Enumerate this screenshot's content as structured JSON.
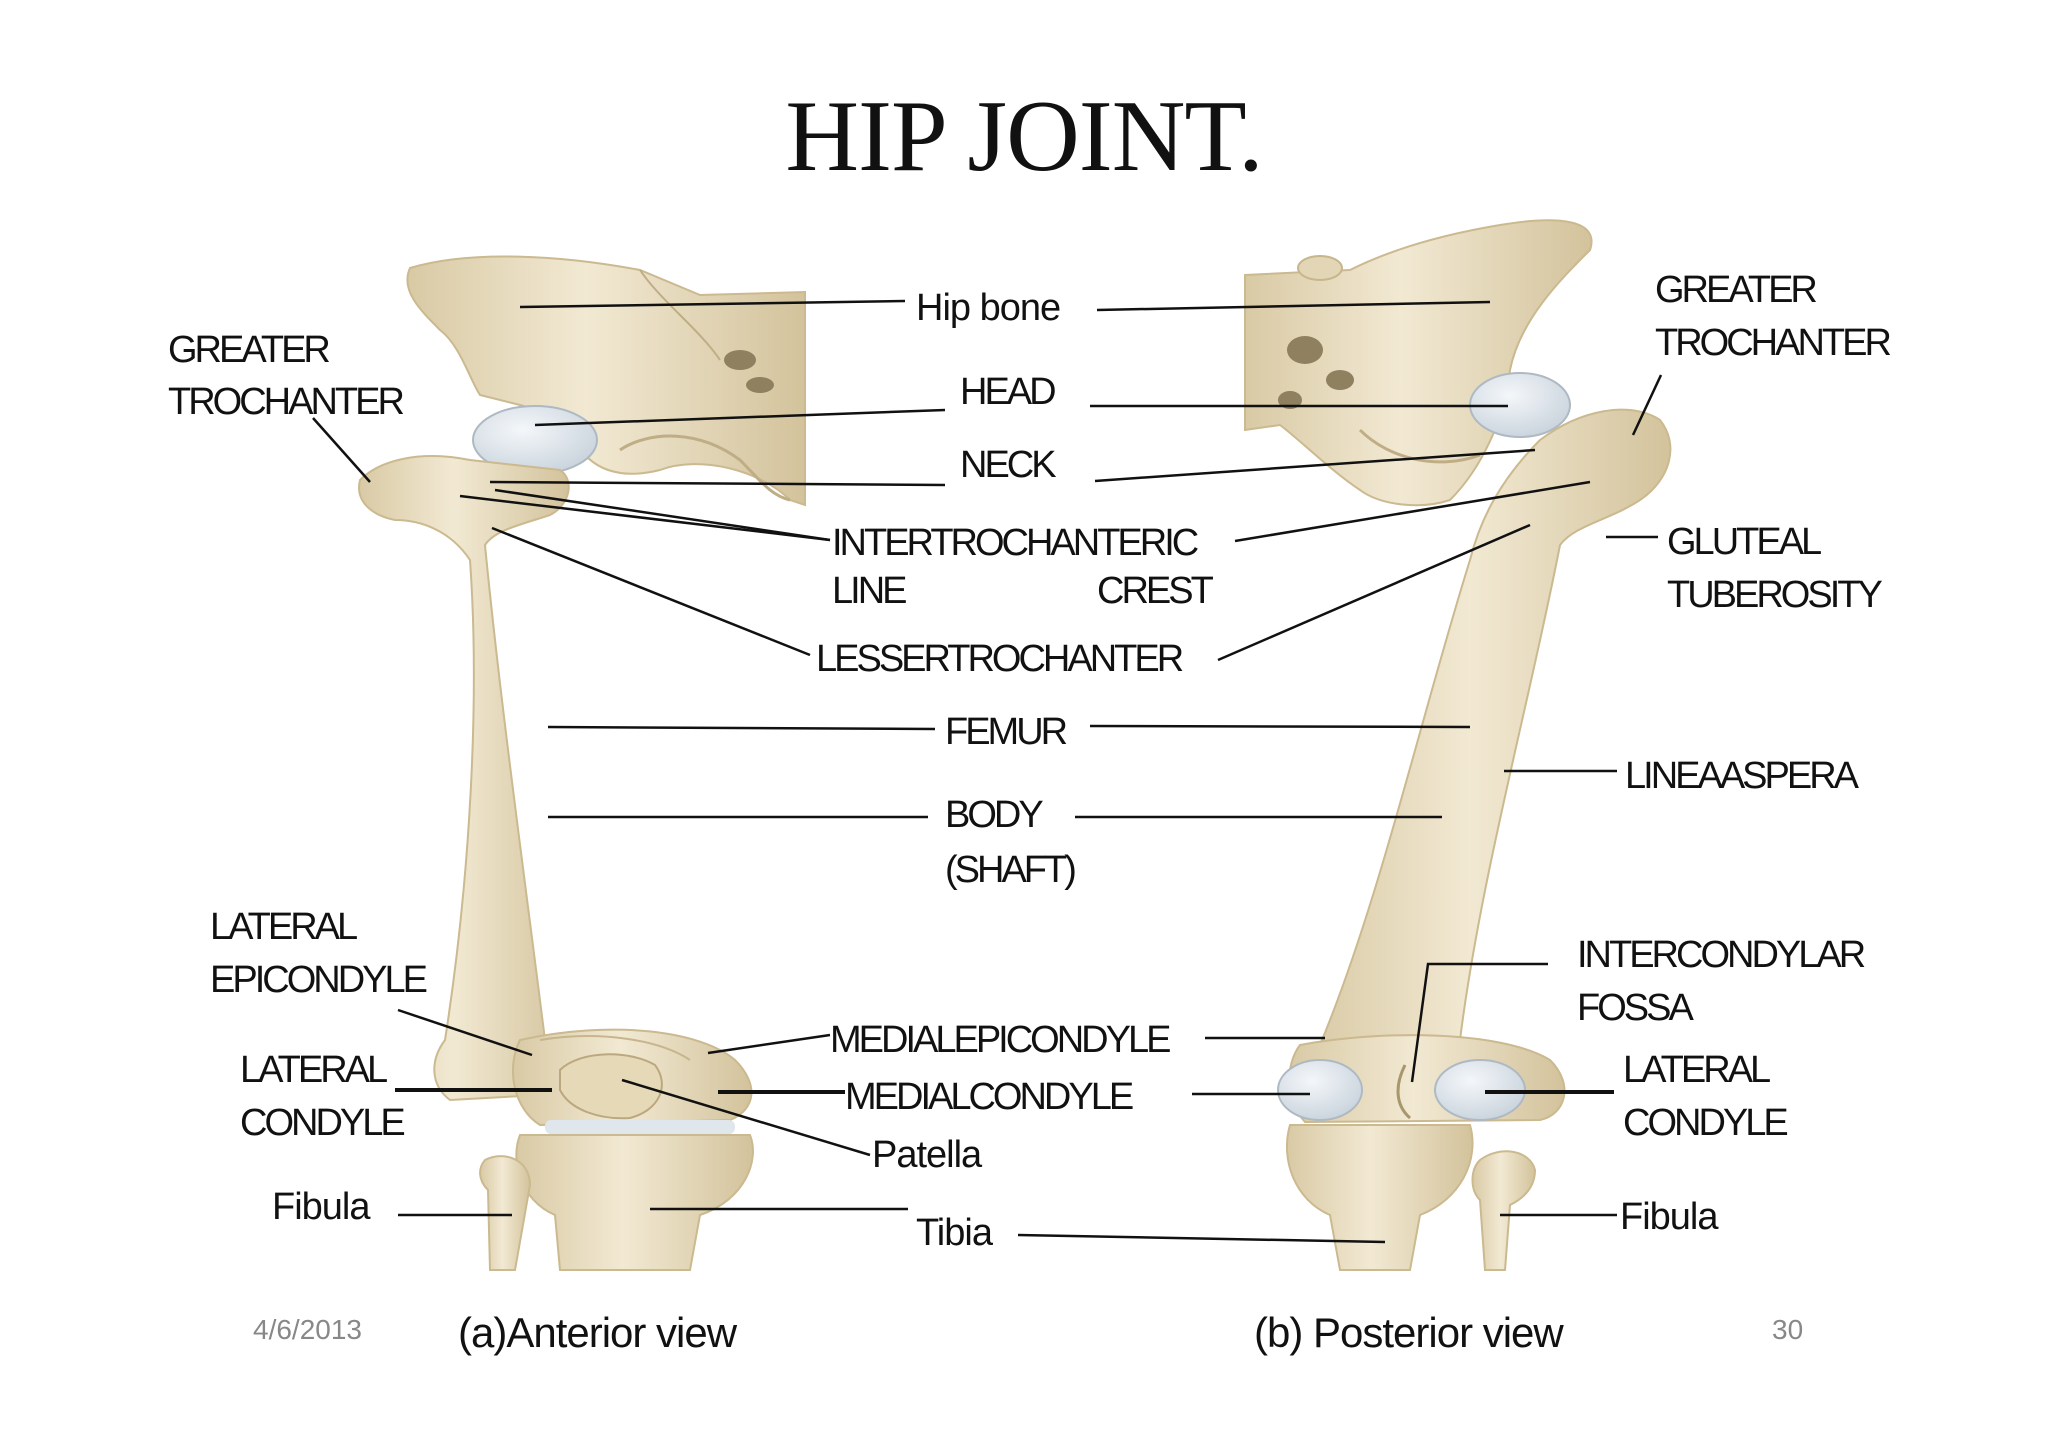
{
  "title": "HIP JOINT.",
  "labels": {
    "greater_trochanter_left_1": "GREATER",
    "greater_trochanter_left_2": "TROCHANTER",
    "greater_trochanter_right_1": "GREATER",
    "greater_trochanter_right_2": "TROCHANTER",
    "hip_bone": "Hip bone",
    "head": "HEAD",
    "neck": "NECK",
    "intertrochanteric": "INTERTROCHANTERIC",
    "line": "LINE",
    "crest": "CREST",
    "lesser_trochanter": "LESSERTROCHANTER",
    "femur": "FEMUR",
    "body": "BODY",
    "shaft": "(SHAFT)",
    "gluteal_1": "GLUTEAL",
    "gluteal_2": "TUBEROSITY",
    "linea_aspera": "LINEAASPERA",
    "lateral_epicondyle_1": "LATERAL",
    "lateral_epicondyle_2": "EPICONDYLE",
    "lateral_condyle_left_1": "LATERAL",
    "lateral_condyle_left_2": "CONDYLE",
    "medial_epicondyle": "MEDIALEPICONDYLE",
    "medial_condyle": "MEDIALCONDYLE",
    "patella": "Patella",
    "intercondylar_1": "INTERCONDYLAR",
    "intercondylar_2": "FOSSA",
    "lateral_condyle_right_1": "LATERAL",
    "lateral_condyle_right_2": "CONDYLE",
    "fibula_left": "Fibula",
    "fibula_right": "Fibula",
    "tibia": "Tibia"
  },
  "footer": {
    "date": "4/6/2013",
    "anterior_view": "(a)Anterior view",
    "posterior_view": "(b) Posterior view",
    "page_number": "30"
  },
  "colors": {
    "bone": "#ede2c6",
    "bone_shadow": "#d6c7a2",
    "cartilage": "#dfe6ec",
    "leader_line": "#111111"
  }
}
